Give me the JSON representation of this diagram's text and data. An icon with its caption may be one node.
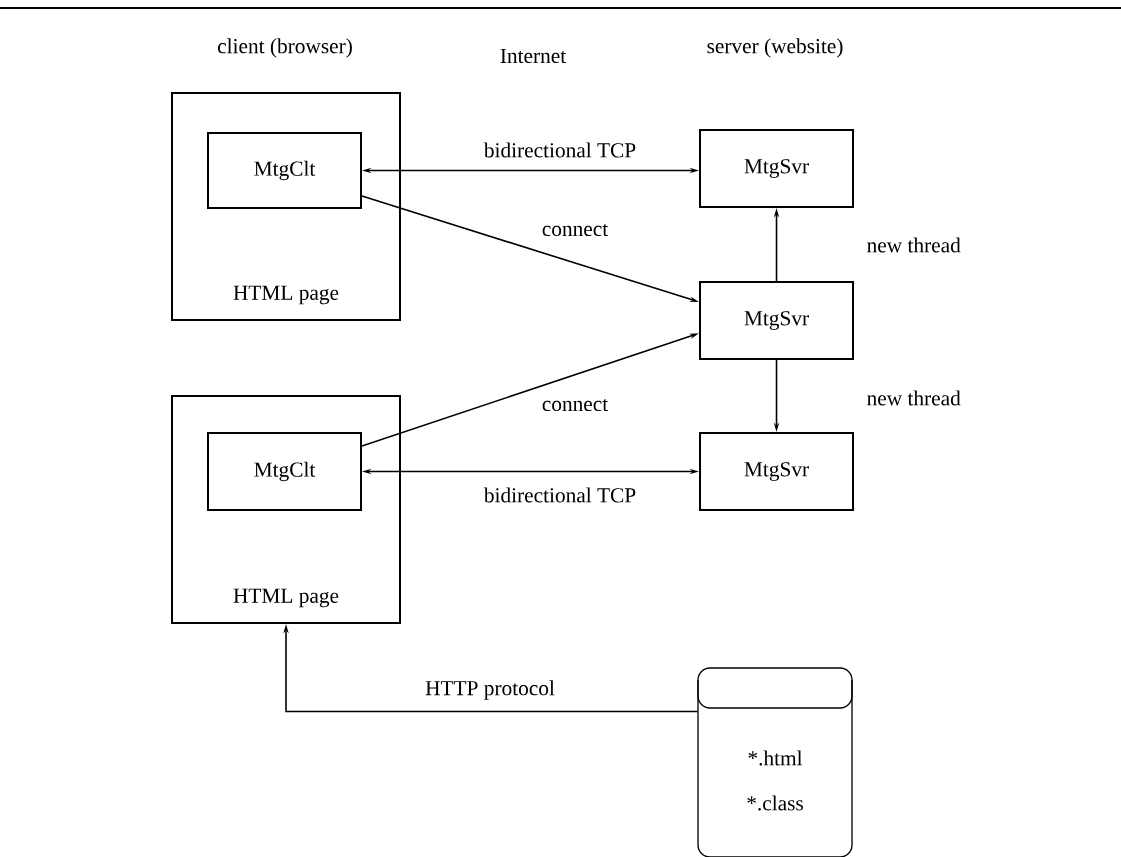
{
  "diagram": {
    "nodes": [
      {
        "text": [
          "HTML page"
        ]
      },
      {
        "text": [
          "MtgClt"
        ],
        "in": 0
      },
      {
        "text": [
          "MtgSvr"
        ]
      },
      {
        "text": [
          "MtgSvr"
        ]
      },
      {
        "text": [
          "HTML page"
        ]
      },
      {
        "text": [
          "MtgClt"
        ],
        "in": 4
      },
      {
        "text": [
          "MtgSvr"
        ]
      },
      {
        "text": [
          "*.html",
          "*.class"
        ]
      }
    ],
    "edges": [
      {
        "from": 1,
        "to": 2,
        "arrow": "both",
        "label": "bidirectional TCP"
      },
      {
        "from": 1,
        "to": 3,
        "arrow": "to",
        "label": "connect"
      },
      {
        "from": 3,
        "to": 2,
        "arrow": "to",
        "label": "new thread"
      },
      {
        "from": 5,
        "to": 3,
        "arrow": "to",
        "label": "connect"
      },
      {
        "from": 3,
        "to": 6,
        "arrow": "to",
        "label": "new thread"
      },
      {
        "from": 5,
        "to": 6,
        "arrow": "both",
        "label": "bidirectional TCP"
      },
      {
        "from": 7,
        "to": 4,
        "arrow": "to",
        "label": "HTTP protocol"
      }
    ],
    "labels": [
      "client (browser)",
      "Internet",
      "server (website)"
    ]
  }
}
